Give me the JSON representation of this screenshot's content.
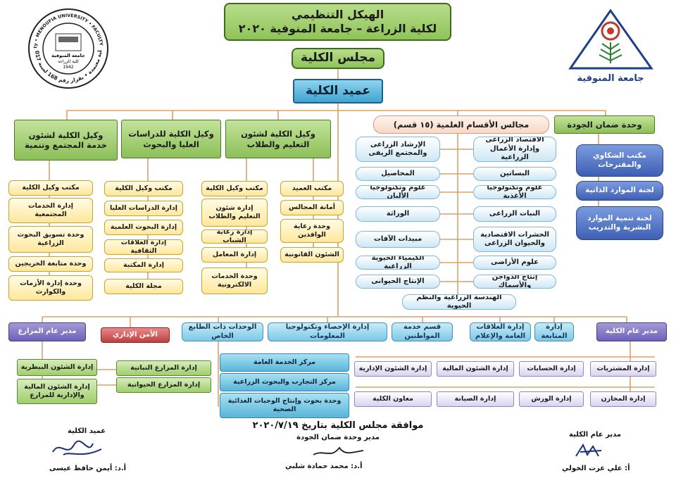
{
  "title": {
    "line1": "الهيكل التنظيمي",
    "line2": "لكلية الزراعة – جامعة المنوفية ٢٠٢٠"
  },
  "council": "مجلس الكلية",
  "dean": "عميد الكلية",
  "level2": {
    "quality": "وحدة ضمان الجودة",
    "dept_councils": "مجالس الأقسام العلمية (١٥ قسم)",
    "vd_students": "وكيل الكلية لشئون التعليم والطلاب",
    "vd_grad": "وكيل الكلية للدراسات العليا والبحوث",
    "vd_env": "وكيل الكلية لشئون خدمة المجتمع وتنمية"
  },
  "quality_items": [
    "مكتب الشكاوي والمقترحات",
    "لجنة الموارد الذاتية",
    "لجنة تنمية الموارد البشرية والتدريب"
  ],
  "dept_right": [
    "الاقتصاد الزراعى وإدارة الأعمال الزراعية",
    "البساتين",
    "علوم وتكنولوجيا الأغذية",
    "النبات الزراعى",
    "الحشرات الاقتصادية والحيوان الزراعى",
    "علوم الأراضى",
    "إنتاج الدواجن والأسماك"
  ],
  "dept_left": [
    "الإرشاد الزراعى والمجتمع الريفى",
    "المحاصيل",
    "علوم وتكنولوجيا الألبان",
    "الوراثة",
    "مبيدات الآفات",
    "الكيمياء الحيوية الزراعية",
    "الإنتاج الحيوانى"
  ],
  "dept_bottom": "الهندسة الزراعية والنظم الحيوية",
  "dean_office": [
    "مكتب العميد",
    "أمانة المجالس",
    "وحدة رعاية الوافدين",
    "الشئون القانونية"
  ],
  "students_items": [
    "مكتب وكيل الكلية",
    "إدارة شئون التعليم والطلاب",
    "إدارة رعاية الشباب",
    "إدارة المعامل",
    "وحدة الخدمات الالكترونية"
  ],
  "grad_items": [
    "مكتب وكيل الكلية",
    "إدارة الدراسات العليا",
    "إدارة البحوث العلمية",
    "إدارة العلاقات الثقافية",
    "إدارة المكتبة",
    "مجلة الكلية"
  ],
  "env_items": [
    "مكتب وكيل الكلية",
    "إدارة الخدمات المجتمعية",
    "وحدة تسويق البحوث الزراعية",
    "وحدة متابعة الخريجين",
    "وحدة إدارة الأزمات والكوارث"
  ],
  "admin_top": {
    "gm": "مدير عام الكلية",
    "followup": "إدارة المتابعة",
    "pr": "إدارة العلاقات العامة والإعلام",
    "citizen": "قسم خدمة المواطنين",
    "stats": "إدارة الإحصاء وتكنولوجيا المعلومات",
    "special": "الوحدات ذات الطابع الخاص",
    "security": "الأمن الإداري",
    "farms_gm": "مدير عام المزارع"
  },
  "special_items": [
    "مركز الخدمة العامة",
    "مركز التجارب والبحوث الزراعية",
    "وحدة بحوث وإنتاج الوجبات الغذائية الصحية"
  ],
  "admin_row1": [
    "إدارة المشتريات",
    "إدارة الحسابات",
    "إدارة الشئون المالية",
    "إدارة الشئون الإدارية"
  ],
  "admin_row2": [
    "إدارة المخازن",
    "إدارة الورش",
    "إدارة الصيانة",
    "معاون الكلية"
  ],
  "farms_left": [
    "إدارة الشئون البيطرية",
    "إدارة الشئون المالية والإدارية للمزارع"
  ],
  "farms_right": [
    "إدارة المزارع النباتية",
    "إدارة المزارع الحيوانية"
  ],
  "approval": {
    "line1": "موافقة مجلس الكلية بتاريخ ٢٠٢٠/٧/١٩",
    "line2": "مدير وحدة ضمان الجودة"
  },
  "signatures": {
    "dean_title": "عميد الكلية",
    "dean_name": "أ.د: أيمن حافظ عيسى",
    "quality_name": "أ.د: محمد حمادة شلبي",
    "gm_title": "مدير عام الكلية",
    "gm_name": "أ: علي عزت الخولي"
  },
  "logo_left": {
    "ring_text": "Accredited Faculty • MENOUFIA UNIVERSITY • FACULTY OF AGRICULTURE",
    "arabic_ring": "كلية معتمدة • بقرار رقم 168 لسنة 2017",
    "center1": "جامعة المنوفية",
    "center2": "كلية الزراعة",
    "year": "1942"
  },
  "logo_right": {
    "text": "جامعة المنوفية"
  },
  "colors": {
    "line": "#d8a06a",
    "green": "#8fc45a",
    "blue": "#3fa5d2",
    "purple": "#6c62b8",
    "red": "#c04040"
  }
}
